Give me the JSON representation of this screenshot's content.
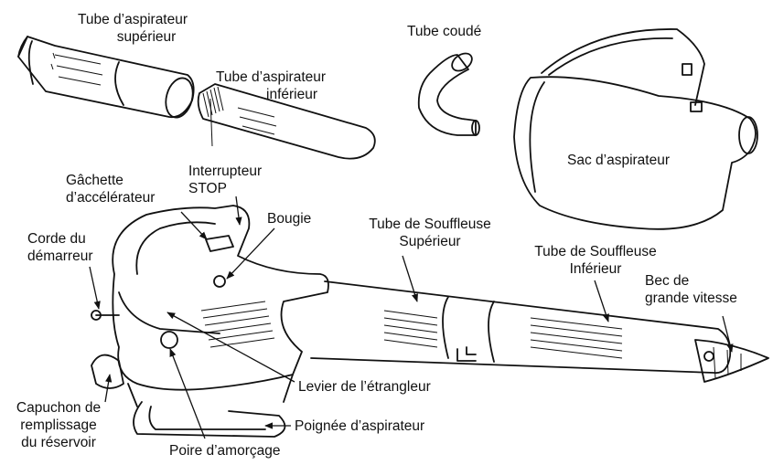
{
  "labels": {
    "tube_aspirateur_superieur": [
      "Tube d’aspirateur",
      "supérieur"
    ],
    "tube_aspirateur_inferieur": [
      "Tube d’aspirateur",
      "inférieur"
    ],
    "tube_coude": "Tube coudé",
    "sac_aspirateur": "Sac d’aspirateur",
    "gachette": [
      "Gâchette",
      "d’accélérateur"
    ],
    "interrupteur": [
      "Interrupteur",
      "STOP"
    ],
    "bougie": "Bougie",
    "corde": [
      "Corde du",
      "démarreur"
    ],
    "tube_souffleuse_superieur": [
      "Tube de Souffleuse",
      "Supérieur"
    ],
    "tube_souffleuse_inferieur": [
      "Tube de Souffleuse",
      "Inférieur"
    ],
    "bec": [
      "Bec de",
      "grande vitesse"
    ],
    "levier": "Levier de l’étrangleur",
    "capuchon": [
      "Capuchon de",
      "remplissage",
      "du réservoir"
    ],
    "poignee": "Poignée d’aspirateur",
    "poire": "Poire d’amorçage"
  }
}
